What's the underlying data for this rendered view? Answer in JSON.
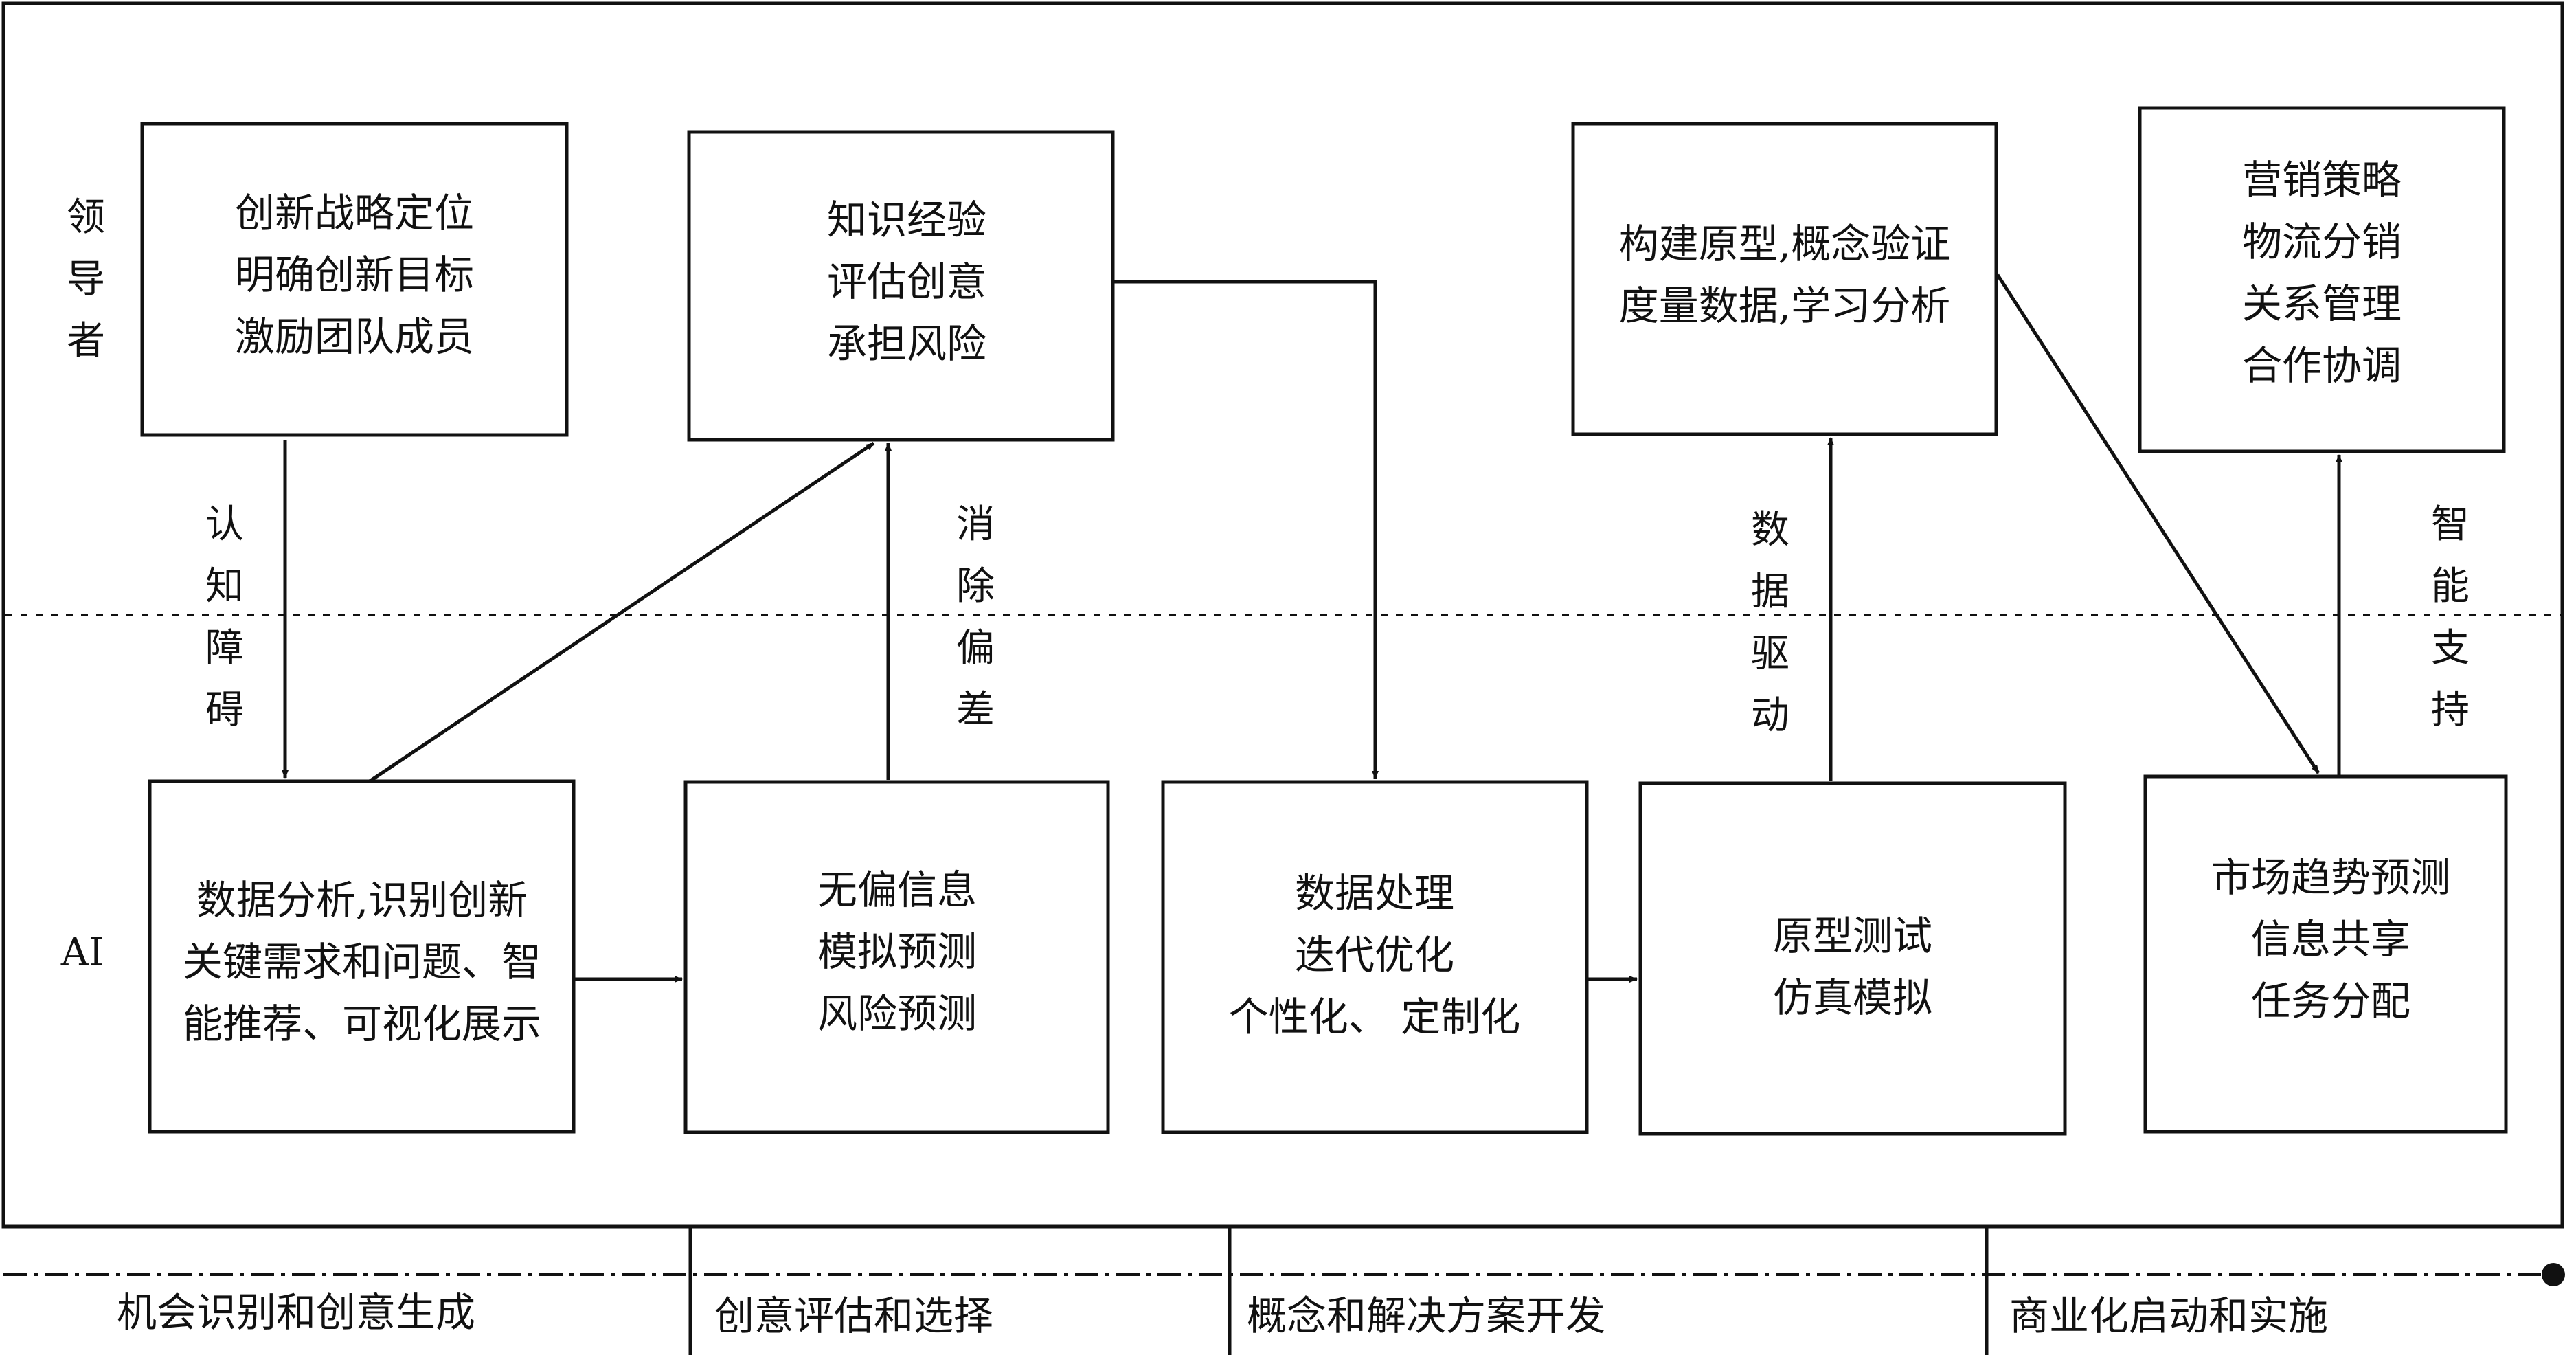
{
  "roles": {
    "leader": [
      "领",
      "导",
      "者"
    ],
    "ai": "AI"
  },
  "boxes": {
    "innovation_strategy": [
      "创新战略定位",
      "明确创新目标",
      "激励团队成员"
    ],
    "knowledge_experience": [
      "知识经验",
      "评估创意",
      "承担风险"
    ],
    "prototype_validation": [
      "构建原型,概念验证",
      "度量数据,学习分析"
    ],
    "marketing": [
      "营销策略",
      "物流分销",
      "关系管理",
      "合作协调"
    ],
    "data_analysis": [
      "数据分析,识别创新",
      "关键需求和问题、智",
      "能推荐、可视化展示"
    ],
    "unbiased_info": [
      "无偏信息",
      "模拟预测",
      "风险预测"
    ],
    "data_processing": [
      "数据处理",
      "迭代优化",
      "个性化、 定制化"
    ],
    "prototype_testing": [
      "原型测试",
      "仿真模拟"
    ],
    "market_forecast": [
      "市场趋势预测",
      "信息共享",
      "任务分配"
    ]
  },
  "arrow_labels": {
    "cognitive_barrier": [
      "认",
      "知",
      "障",
      "碍"
    ],
    "eliminate_bias": [
      "消",
      "除",
      "偏",
      "差"
    ],
    "data_driven": [
      "数",
      "据",
      "驱",
      "动"
    ],
    "smart_support": [
      "智",
      "能",
      "支",
      "持"
    ]
  },
  "phases": [
    "机会识别和创意生成",
    "创意评估和选择",
    "概念和解决方案开发",
    "商业化启动和实施"
  ]
}
